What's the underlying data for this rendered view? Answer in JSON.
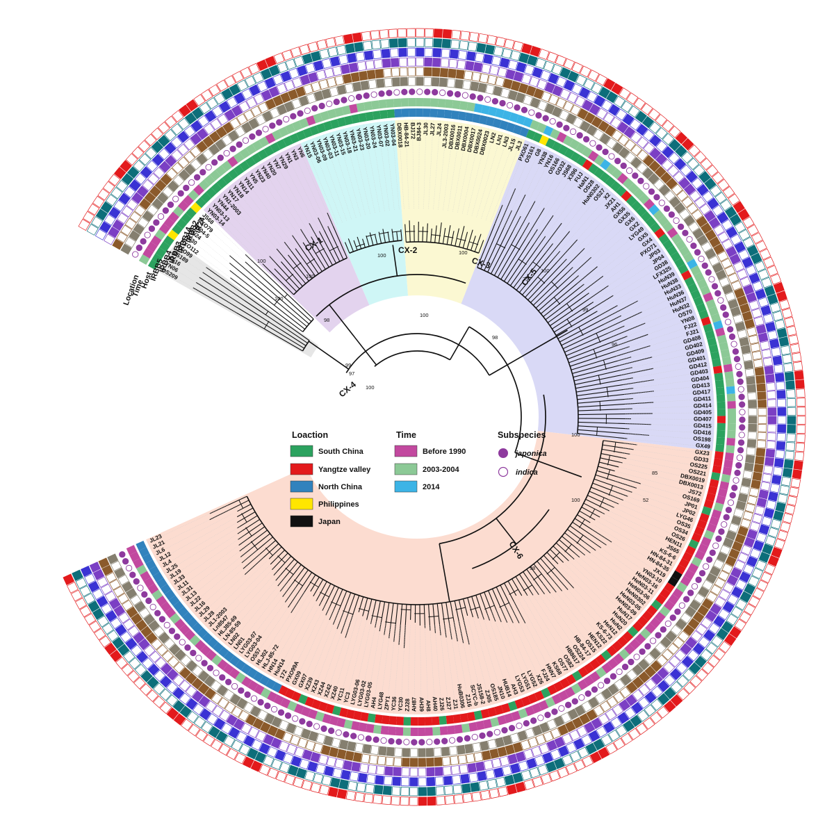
{
  "figure": {
    "ring_labels": [
      "IR24",
      "IRBB2",
      "IRBB14",
      "IRBB3",
      "IRBB4",
      "IRBB5",
      "Host",
      "Time",
      "Location"
    ],
    "clades": [
      "CX-1",
      "CX-2",
      "CX-3",
      "CX-4",
      "CX-5",
      "CX-6"
    ],
    "bootstraps": [
      "100",
      "100",
      "100",
      "100",
      "98",
      "98",
      "100",
      "97",
      "99",
      "100",
      "100",
      "75",
      "100",
      "99",
      "100",
      "52",
      "85",
      "96",
      "98",
      "100"
    ]
  },
  "legend": {
    "location": {
      "title": "Loaction",
      "items": [
        {
          "label": "South China",
          "color": "#2ca25f"
        },
        {
          "label": "Yangtze valley",
          "color": "#e31a1c"
        },
        {
          "label": "North China",
          "color": "#3182bd"
        },
        {
          "label": "Philippines",
          "color": "#ffe600"
        },
        {
          "label": "Japan",
          "color": "#111111"
        }
      ]
    },
    "time": {
      "title": "Time",
      "items": [
        {
          "label": "Before 1990",
          "color": "#c2499f"
        },
        {
          "label": "2003-2004",
          "color": "#8cc996"
        },
        {
          "label": "2014",
          "color": "#3cb4e6"
        }
      ]
    },
    "subspecies": {
      "title": "Subspecies",
      "items": [
        {
          "label": "japonica",
          "filled": true,
          "color": "#8e3a9e"
        },
        {
          "label": "indica",
          "filled": false,
          "color": "#8e3a9e"
        }
      ]
    }
  },
  "colors": {
    "ir24": "#e31a1c",
    "irbb2": "#0d6e7a",
    "irbb14": "#3a32d4",
    "irbb3": "#7b3fc4",
    "irbb4": "#8b5a2b",
    "irbb5": "#857f6f",
    "purple": "#8e3a9e"
  },
  "leaves": [
    "OS209",
    "YN06",
    "F516",
    "OS189",
    "PXO99",
    "PXO112",
    "YN30",
    "YN24",
    "YN04-5",
    "PXO79",
    "JS68",
    "YN03-14",
    "YN03-13",
    "YN44",
    "YN1-2003",
    "YN17",
    "YN18",
    "YN14",
    "YN11",
    "YN5",
    "YN23",
    "YN40",
    "YN20",
    "YN7",
    "YN29",
    "YN1",
    "YN3",
    "YN6",
    "YN15",
    "YN03-06",
    "YN03-09",
    "YN03-03",
    "YN03-11",
    "YN03-15",
    "YN03-18",
    "YN03-21",
    "YN03-23",
    "YN03-20",
    "YN03-24",
    "YN03-07",
    "YN03-02",
    "YN03-04",
    "DBX0018",
    "HB-84-21",
    "BJ172",
    "BJ84-3",
    "JL30",
    "JL27",
    "JL24",
    "JL3-2003",
    "DBX0016",
    "DBX0011",
    "DBX0004",
    "DBX0017",
    "DBX0024",
    "DBX0023",
    "LN2",
    "LN1",
    "LN3",
    "JL15",
    "JL3",
    "PXO61",
    "OS161",
    "G8",
    "YN38",
    "YN16",
    "OS166",
    "GD32",
    "JS68",
    "X396",
    "FUJ",
    "HaN1",
    "OS28",
    "HuN0302",
    "OS27",
    "X2",
    "JX21",
    "AH1",
    "GX56",
    "GX35",
    "GX6",
    "GX2",
    "LYG49",
    "GX5",
    "GX4",
    "PXO71",
    "JP03",
    "JP04",
    "GD38",
    "LFX325",
    "HuN39",
    "HuN38",
    "HuN33",
    "HuN36",
    "HuN37",
    "HuN32",
    "OS70",
    "YN08",
    "FJ22",
    "FJ21",
    "GD408",
    "GD402",
    "GD409",
    "GD401",
    "GD412",
    "GD403",
    "GD404",
    "GD413",
    "GD417",
    "GD411",
    "GD414",
    "GD405",
    "GD407",
    "GD415",
    "GD416",
    "OS198",
    "GX49",
    "GX23",
    "GD33",
    "OS225",
    "OS221",
    "DBX0019",
    "DBX0013",
    "JS72",
    "OS169",
    "JP01",
    "JP02",
    "LYG46",
    "OS35",
    "OS34",
    "OS26",
    "HEN11",
    "JS65",
    "KS-6-6",
    "HN-84-31",
    "HN-84-35",
    "JX19",
    "YN03-10",
    "HeN03-16",
    "HeN03-11",
    "HeN03-06",
    "HeN0302",
    "HeN03-05",
    "HeN03-09",
    "HuN17",
    "HuN20",
    "HuN2",
    "HeN12",
    "KS-6-73",
    "KS22",
    "HEN12",
    "OS15",
    "HB-84-17",
    "OS224",
    "HB8617",
    "OS82",
    "OS77",
    "KS68",
    "HNN7",
    "FJ24",
    "X26",
    "LYG52",
    "LYG51",
    "LYG53",
    "AH3",
    "HUB14",
    "JN10",
    "OS185",
    "ZJ05",
    "JS158-2",
    "SCYC-b",
    "ZJ16",
    "HuB0306",
    "ZJ1",
    "ZJ27",
    "ZJ26",
    "AH40",
    "AH8",
    "AH39",
    "AH87",
    "ZJ28",
    "YC30",
    "YC36",
    "ZPY1",
    "LYG48",
    "AH4",
    "LYG03-05",
    "LYG03-02",
    "LYG03-06",
    "YC3",
    "YC11",
    "XZ40",
    "XZ42",
    "XZ44",
    "XZ43",
    "XZ39",
    "GX07",
    "GX09",
    "PXO99A",
    "172",
    "HuN14",
    "HN14",
    "HLJ-85-72",
    "HLJ02",
    "OS57",
    "LYG03-04",
    "LYG03-07",
    "LN01",
    "LN02",
    "LN-85-59",
    "HLJ85-69",
    "Ln8547",
    "JL1-2003",
    "JL28",
    "JL29",
    "JL16",
    "JL22",
    "JL13",
    "JL31",
    "JL11",
    "JL33",
    "JL19",
    "JL25",
    "JL4",
    "JL12",
    "JL6",
    "JL21",
    "JL23"
  ]
}
